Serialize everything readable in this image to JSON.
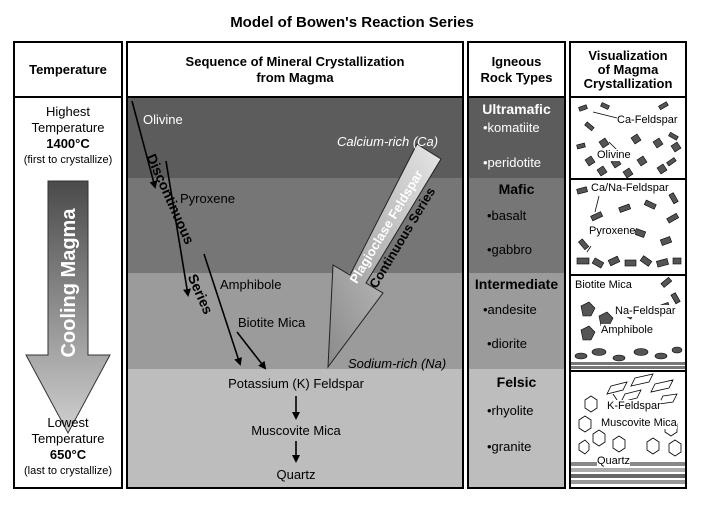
{
  "title": "Model of Bowen's Reaction Series",
  "columns": {
    "temperature": "Temperature",
    "sequence": [
      "Sequence of Mineral Crystallization",
      "from Magma"
    ],
    "rock_types": [
      "Igneous",
      "Rock Types"
    ],
    "visualization": [
      "Visualization",
      "of Magma",
      "Crystallization"
    ]
  },
  "temperature": {
    "high_label": [
      "Highest",
      "Temperature"
    ],
    "high_value": "1400°C",
    "high_note": "(first to crystallize)",
    "arrow_label": "Cooling Magma",
    "low_label": [
      "Lowest",
      "Temperature"
    ],
    "low_value": "650°C",
    "low_note": "(last to crystallize)"
  },
  "sequence": {
    "minerals": {
      "olivine": "Olivine",
      "pyroxene": "Pyroxene",
      "amphibole": "Amphibole",
      "biotite": "Biotite Mica",
      "k_feldspar": "Potassium (K) Feldspar",
      "muscovite": "Muscovite Mica",
      "quartz": "Quartz"
    },
    "discontinuous_label": [
      "Discontinuous",
      "Series"
    ],
    "continuous_label": [
      "Plagioclase Feldspar",
      "Continuous Series"
    ],
    "calcium_rich": "Calcium-rich (Ca)",
    "sodium_rich": "Sodium-rich (Na)"
  },
  "rock_types": [
    {
      "category": "Ultramafic",
      "rocks": [
        "•komatiite",
        "•peridotite"
      ]
    },
    {
      "category": "Mafic",
      "rocks": [
        "•basalt",
        "•gabbro"
      ]
    },
    {
      "category": "Intermediate",
      "rocks": [
        "•andesite",
        "•diorite"
      ]
    },
    {
      "category": "Felsic",
      "rocks": [
        "•rhyolite",
        "•granite"
      ]
    }
  ],
  "visualization": {
    "ultramafic": [
      "Ca-Feldspar",
      "Olivine"
    ],
    "mafic": [
      "Ca/Na-Feldspar",
      "Pyroxene"
    ],
    "intermediate": [
      "Biotite Mica",
      "Na-Feldspar",
      "Amphibole"
    ],
    "felsic": [
      "K-Feldspar",
      "Muscovite Mica",
      "Quartz"
    ]
  },
  "colors": {
    "ultramafic": "#5c5c5c",
    "mafic": "#767676",
    "intermediate": "#9b9b9b",
    "felsic": "#bdbdbd",
    "arrow_dark": "#4a4a4a",
    "arrow_light": "#d0d0d0"
  }
}
